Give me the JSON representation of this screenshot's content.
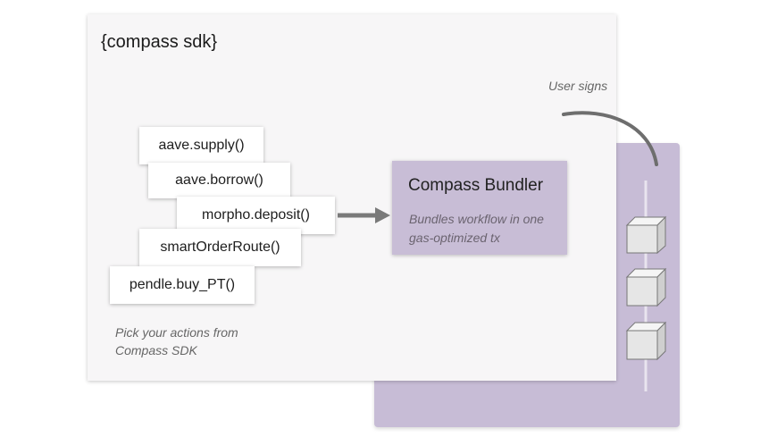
{
  "colors": {
    "chain_panel": "#c7bcd6",
    "sdk_panel": "#f7f6f7",
    "bundler_box": "#c8bdd6",
    "arrow": "#7a7a7a",
    "curve": "#6e6e6e",
    "chain_line": "#e9e4ef",
    "block_face": "#e6e6e6"
  },
  "sdk": {
    "title": "{compass sdk}",
    "caption_line1": "Pick your actions from",
    "caption_line2": "Compass SDK",
    "actions": [
      "aave.supply()",
      "aave.borrow()",
      "morpho.deposit()",
      "smartOrderRoute()",
      "pendle.buy_PT()"
    ]
  },
  "bundler": {
    "title": "Compass Bundler",
    "description": "Bundles workflow in one gas-optimized tx"
  },
  "chain": {
    "user_signs_label": "User signs",
    "block_icon": "cube-icon",
    "block_count": 3
  }
}
